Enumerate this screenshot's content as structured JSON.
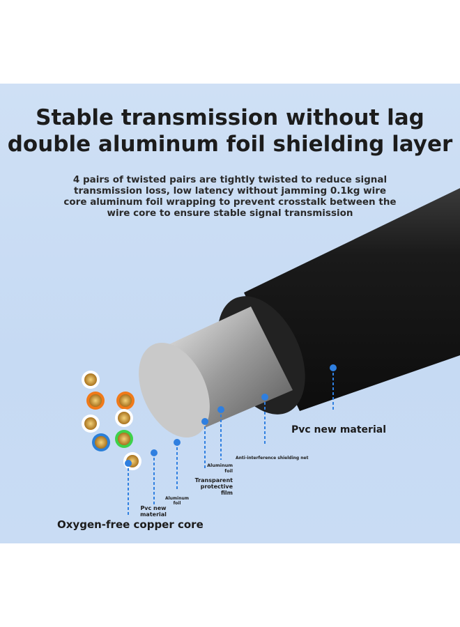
{
  "title": {
    "line1": "Stable transmission without lag",
    "line2": "double aluminum foil shielding layer"
  },
  "description": "4 pairs of twisted pairs are tightly twisted to reduce signal transmission loss, low latency without jamming 0.1kg wire core aluminum foil wrapping to prevent crosstalk between the wire core to ensure stable signal transmission",
  "labels": {
    "pvc_outer": "Pvc new material",
    "shield_net": "Anti-interference shielding net",
    "aluminum_foil_outer": "Aluminum foil",
    "transparent_film": "Transparent protective film",
    "aluminum_foil_inner": "Aluminum foil",
    "pvc_inner": "Pvc new material",
    "copper_core": "Oxygen-free copper core"
  },
  "colors": {
    "accent": "#2f7fe0",
    "jacket": "#1d1d1d"
  }
}
